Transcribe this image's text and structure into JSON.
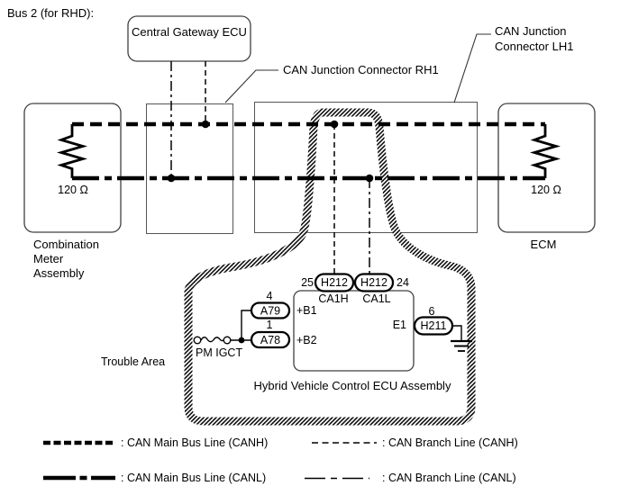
{
  "title": "Bus 2 (for RHD):",
  "boxes": {
    "central_gateway": {
      "label": "Central Gateway ECU"
    },
    "combination_meter": {
      "label_line1": "Combination",
      "label_line2": "Meter",
      "label_line3": "Assembly",
      "resistor": "120 Ω"
    },
    "ecm": {
      "label": "ECM",
      "resistor": "120 Ω"
    }
  },
  "junctions": {
    "rh1": {
      "label": "CAN Junction Connector RH1"
    },
    "lh1": {
      "label_line1": "CAN Junction",
      "label_line2": "Connector LH1"
    }
  },
  "hybrid_ecu": {
    "label": "Hybrid Vehicle Control ECU Assembly",
    "power_source": "PM IGCT",
    "pins": {
      "ca1h": {
        "pin": "25",
        "connector": "H212",
        "terminal": "CA1H"
      },
      "ca1l": {
        "pin": "24",
        "connector": "H212",
        "terminal": "CA1L"
      },
      "b1": {
        "pin": "4",
        "connector": "A79",
        "terminal": "+B1"
      },
      "b2": {
        "pin": "1",
        "connector": "A78",
        "terminal": "+B2"
      },
      "e1": {
        "pin": "6",
        "connector": "H211",
        "terminal": "E1"
      }
    }
  },
  "trouble_area": {
    "label": "Trouble Area"
  },
  "legend": {
    "main_canh": ": CAN Main Bus Line (CANH)",
    "main_canl": ": CAN Main Bus Line (CANL)",
    "branch_canh": ": CAN Branch Line (CANH)",
    "branch_canl": ": CAN Branch Line (CANL)"
  },
  "colors": {
    "line": "#000000",
    "box_border": "#404040",
    "junction_border": "#555555",
    "background": "#ffffff"
  }
}
